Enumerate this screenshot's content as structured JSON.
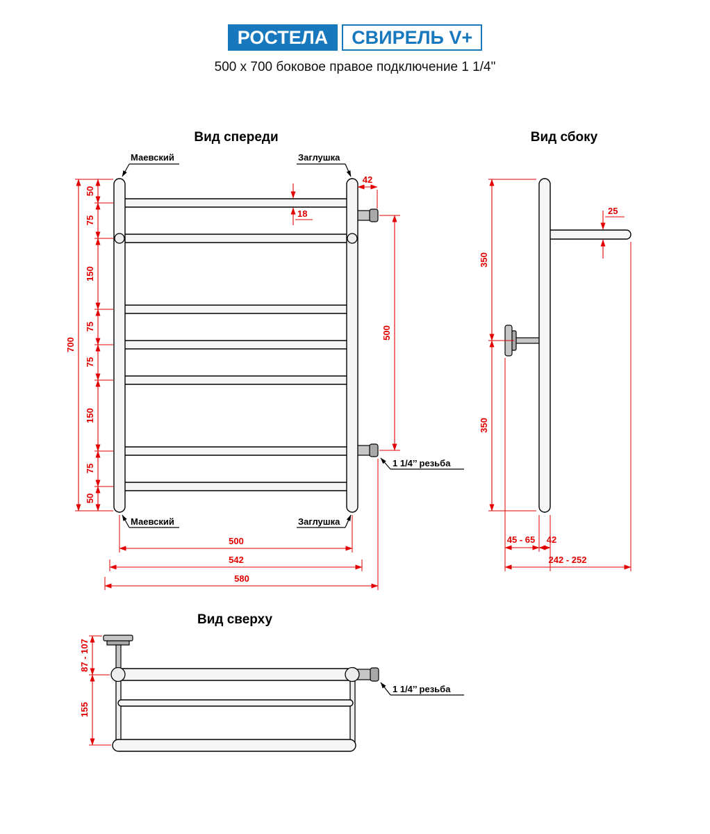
{
  "colors": {
    "accent_blue": "#1878be",
    "dimension_red": "#e20000"
  },
  "header": {
    "brand": "РОСТЕЛА",
    "model": "СВИРЕЛЬ V+",
    "subtitle": "500 x 700 боковое правое подключение 1 1/4\""
  },
  "front_view": {
    "title": "Вид спереди",
    "labels": {
      "top_left_valve": "Маевский",
      "top_right_plug": "Заглушка",
      "bottom_left_valve": "Маевский",
      "bottom_right_plug": "Заглушка",
      "thread": "1 1/4’’ резьба"
    },
    "dims": {
      "total_height": "700",
      "segments": [
        "50",
        "75",
        "150",
        "75",
        "75",
        "150",
        "75",
        "50"
      ],
      "connector_offset": "42",
      "tube_diameter": "18",
      "connector_spacing": "500",
      "width_axis": "500",
      "width_outer": "542",
      "width_total": "580"
    }
  },
  "side_view": {
    "title": "Вид сбоку",
    "dims": {
      "upper_half": "350",
      "lower_half": "350",
      "tube": "25",
      "bracket_depth": "45 - 65",
      "post_depth": "42",
      "total_depth": "242 - 252"
    }
  },
  "top_view": {
    "title": "Вид сверху",
    "labels": {
      "thread": "1 1/4’’ резьба"
    },
    "dims": {
      "bracket_depth": "87 - 107",
      "shelf_depth": "155"
    }
  }
}
